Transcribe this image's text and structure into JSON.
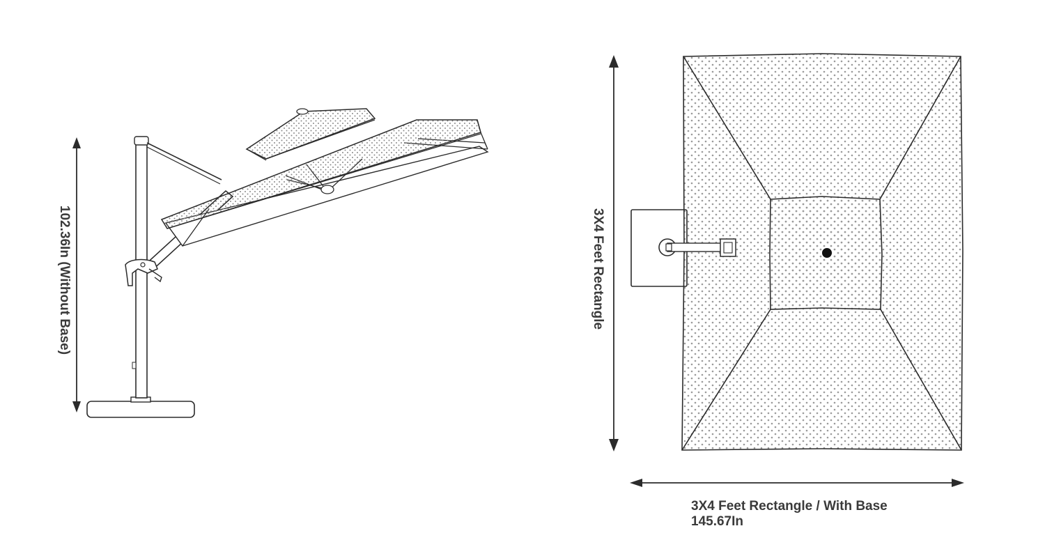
{
  "side_view": {
    "height_label": "102.36In (Without Base)"
  },
  "top_view": {
    "depth_label": "3X4 Feet Rectangle",
    "width_label_line1": "3X4 Feet Rectangle / With Base",
    "width_label_line2": "145.67In"
  },
  "colors": {
    "line": "#2b2b2b",
    "text": "#3a3a3a",
    "dots": "#9a9a9a",
    "background": "#ffffff"
  }
}
